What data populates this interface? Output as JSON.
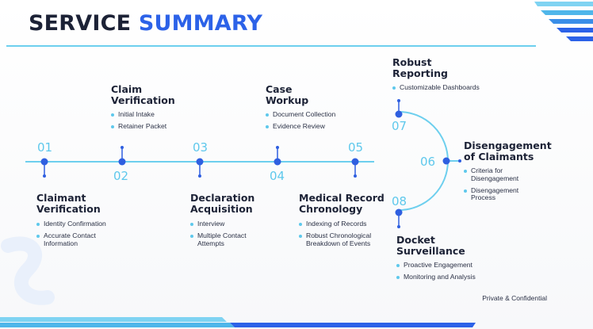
{
  "title": {
    "main": "SERVICE",
    "accent": "SUMMARY"
  },
  "footer": {
    "note": "Private & Confidential"
  },
  "colors": {
    "accent_blue": "#2c62e8",
    "light_blue": "#5ec8ec",
    "line_blue": "#6dcfee",
    "dark_text": "#1c2236",
    "node_blue": "#2f5fe0"
  },
  "steps": [
    {
      "number": "01",
      "heading": "Claimant\nVerification",
      "bullets": [
        "Identity Confirmation",
        "Accurate Contact\nInformation"
      ]
    },
    {
      "number": "02",
      "heading": "Claim\nVerification",
      "bullets": [
        "Initial Intake",
        "Retainer Packet"
      ]
    },
    {
      "number": "03",
      "heading": "Declaration\nAcquisition",
      "bullets": [
        "Interview",
        "Multiple Contact\nAttempts"
      ]
    },
    {
      "number": "04",
      "heading": "Case\nWorkup",
      "bullets": [
        "Document Collection",
        "Evidence Review"
      ]
    },
    {
      "number": "05",
      "heading": "Medical Record\nChronology",
      "bullets": [
        "Indexing of Records",
        "Robust Chronological\nBreakdown of Events"
      ]
    },
    {
      "number": "06",
      "heading": "Disengagement\nof Claimants",
      "bullets": [
        "Criteria for\nDisengagement",
        "Disengagement\nProcess"
      ]
    },
    {
      "number": "07",
      "heading": "Robust\nReporting",
      "bullets": [
        "Customizable Dashboards"
      ]
    },
    {
      "number": "08",
      "heading": "Docket\nSurveillance",
      "bullets": [
        "Proactive Engagement",
        "Monitoring and Analysis"
      ]
    }
  ]
}
